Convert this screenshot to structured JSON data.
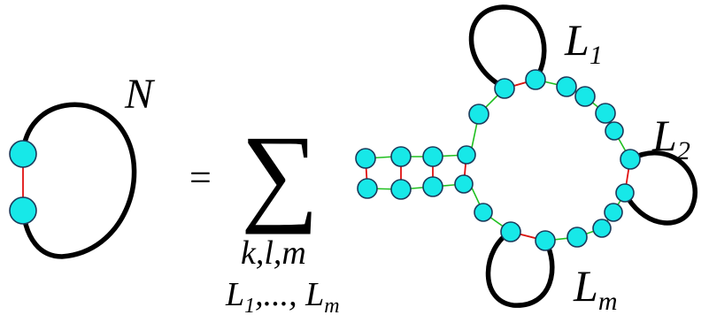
{
  "lhs": {
    "label": "N"
  },
  "equals": "=",
  "sum": {
    "symbol": "∑",
    "subscript_line1": "k,l,m",
    "subscript_line2_base": "L",
    "subscript_line2_sub": "1",
    "subscript_line2_mid": ",..., ",
    "subscript_line2_base2": "L",
    "subscript_line2_sub2": "m"
  },
  "loops": [
    {
      "base": "L",
      "sub": "1"
    },
    {
      "base": "L",
      "sub": "2"
    },
    {
      "base": "L",
      "sub": "m"
    }
  ],
  "colors": {
    "node_fill": "#17e8e8",
    "node_stroke": "#1a3a5a",
    "stem_pair": "#e01010",
    "backbone": "#1fbf1f",
    "loop_arc": "#000000"
  }
}
